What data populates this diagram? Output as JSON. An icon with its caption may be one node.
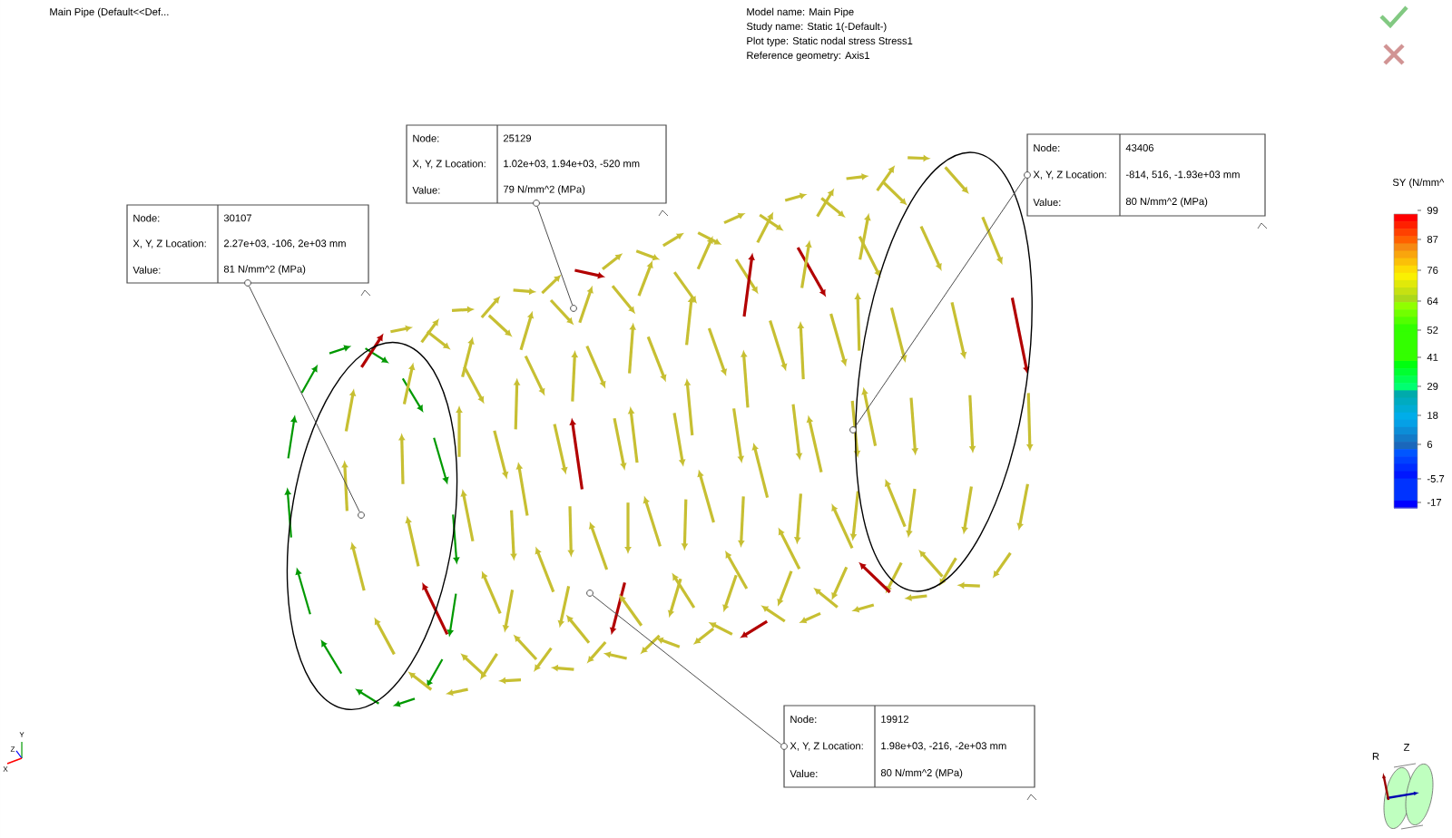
{
  "diagram": {
    "title": "Main Pipe  (Default<<Def...",
    "nodes": [
      {
        "text": [
          "Node:",
          "30107",
          "X, Y, Z Location:",
          "2.27e+03, -106, 2e+03 mm",
          "Value:",
          "81 N/mm^2 (MPa)"
        ]
      },
      {
        "text": [
          "Node:",
          "25129",
          "X, Y, Z Location:",
          "1.02e+03, 1.94e+03, -520 mm",
          "Value:",
          "79 N/mm^2 (MPa)"
        ]
      },
      {
        "text": [
          "Node:",
          "43406",
          "X, Y, Z Location:",
          "-814, 516, -1.93e+03 mm",
          "Value:",
          "80 N/mm^2 (MPa)"
        ]
      },
      {
        "text": [
          "Node:",
          "19912",
          "X, Y, Z Location:",
          "1.98e+03, -216, -2e+03 mm",
          "Value:",
          "80 N/mm^2 (MPa)"
        ]
      },
      {
        "text": [],
        "shape": "circle"
      },
      {
        "text": [],
        "shape": "circle"
      },
      {
        "text": [],
        "shape": "circle"
      },
      {
        "text": [],
        "shape": "circle"
      }
    ],
    "edges": [
      {
        "from": 0,
        "to": 4,
        "arrow": "none"
      },
      {
        "from": 1,
        "to": 5,
        "arrow": "none"
      },
      {
        "from": 2,
        "to": 6,
        "arrow": "none"
      },
      {
        "from": 3,
        "to": 7,
        "arrow": "none"
      }
    ],
    "labels": [
      "Model name: Main Pipe",
      "Study name: Static 1(-Default-)",
      "Plot type: Static nodal stress Stress1",
      "Reference geometry: Axis1",
      "SY (N/mm^",
      "99",
      "87",
      "76",
      "64",
      "52",
      "41",
      "29",
      "18",
      "6",
      "-5.7",
      "-17",
      "Y",
      "Z",
      "X",
      "R",
      "Z"
    ]
  }
}
